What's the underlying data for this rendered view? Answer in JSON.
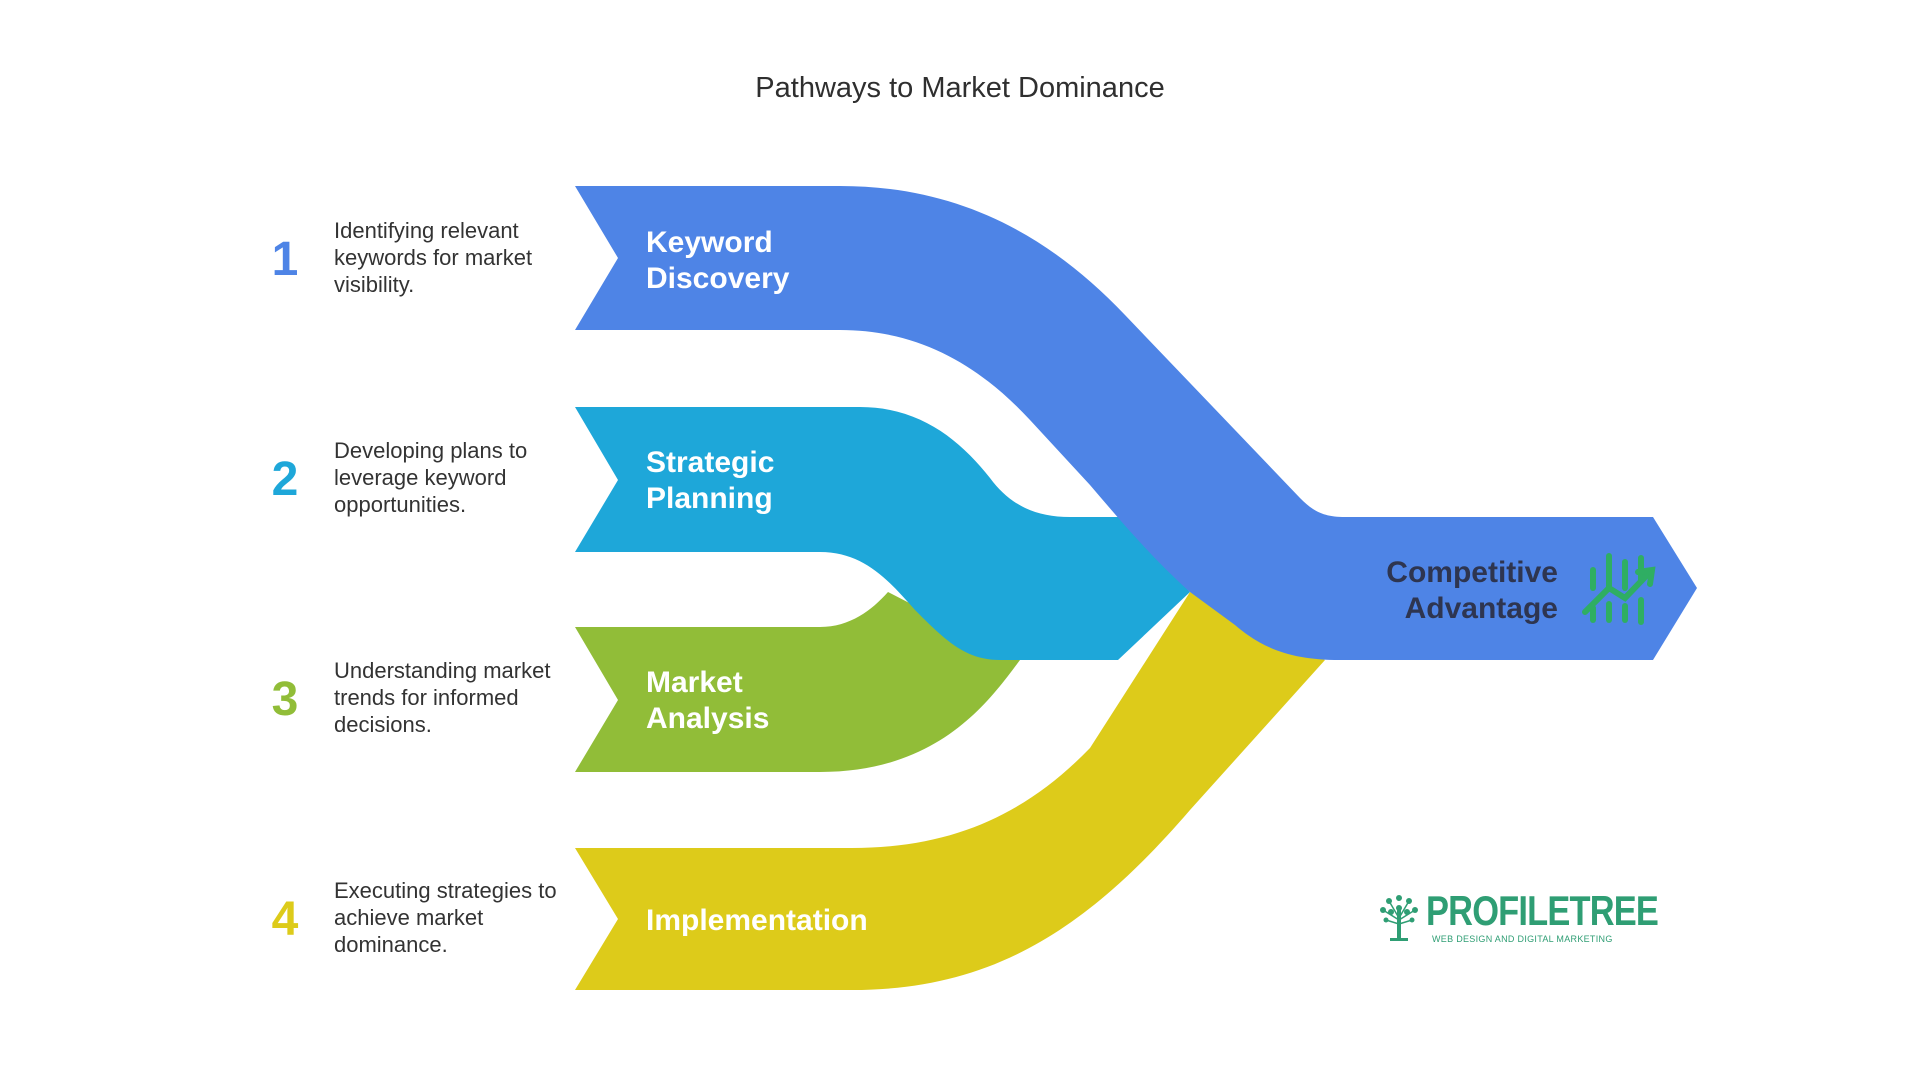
{
  "title": "Pathways to Market Dominance",
  "steps": [
    {
      "number": "1",
      "label_line1": "Keyword",
      "label_line2": "Discovery",
      "description": "Identifying relevant keywords for market visibility.",
      "color": "#4e84e6"
    },
    {
      "number": "2",
      "label_line1": "Strategic",
      "label_line2": "Planning",
      "description": "Developing plans to leverage keyword opportunities.",
      "color": "#1ea7d9"
    },
    {
      "number": "3",
      "label_line1": "Market",
      "label_line2": "Analysis",
      "description": "Understanding market trends for informed decisions.",
      "color": "#91bd38"
    },
    {
      "number": "4",
      "label_line1": "Implementation",
      "label_line2": "",
      "description": "Executing strategies to achieve market dominance.",
      "color": "#ddcb1a"
    }
  ],
  "outcome": {
    "line1": "Competitive",
    "line2": "Advantage",
    "icon": "growth-chart-icon",
    "icon_color": "#2fae63"
  },
  "logo": {
    "name": "PROFILETREE",
    "tagline": "WEB DESIGN AND DIGITAL MARKETING",
    "icon": "tree-icon",
    "color": "#2f9e74"
  }
}
